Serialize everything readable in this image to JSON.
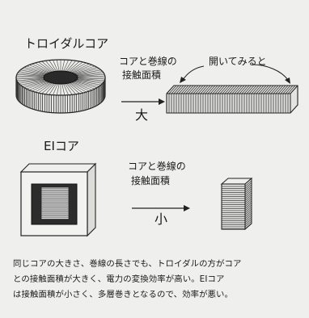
{
  "toroidal": {
    "title": "トロイダルコア",
    "contact_line1": "コアと巻線の",
    "contact_line2": "接触面積",
    "unroll_label": "開いてみると",
    "size": "大"
  },
  "ei": {
    "title": "EIコア",
    "contact_line1": "コアと巻線の",
    "contact_line2": "接触面積",
    "size": "小"
  },
  "caption": {
    "line1": "同じコアの大きさ、巻線の長さでも、トロイダルの方がコア",
    "line2": "との接触面積が大きく、電力の変換効率が高い。EIコア",
    "line3": "は接触面積が小さく、多層巻きとなるので、効率が悪い。"
  }
}
